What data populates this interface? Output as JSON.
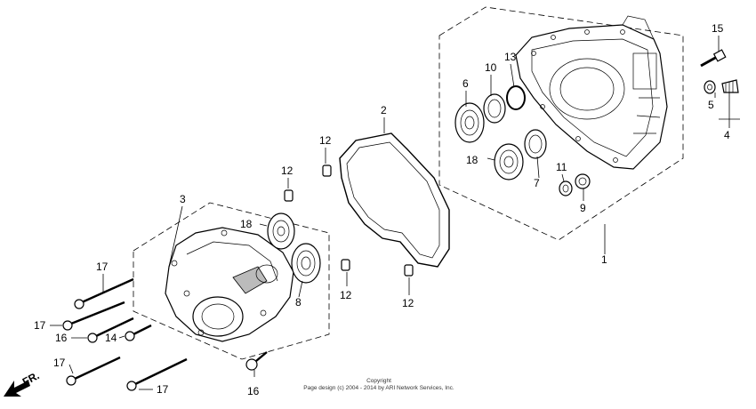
{
  "diagram": {
    "callouts": {
      "c1": "1",
      "c2": "2",
      "c3": "3",
      "c4": "4",
      "c5": "5",
      "c6": "6",
      "c7": "7",
      "c8": "8",
      "c9": "9",
      "c10": "10",
      "c11": "11",
      "c12a": "12",
      "c12b": "12",
      "c12c": "12",
      "c12d": "12",
      "c13": "13",
      "c14": "14",
      "c15": "15",
      "c16a": "16",
      "c16b": "16",
      "c17a": "17",
      "c17b": "17",
      "c17c": "17",
      "c17d": "17",
      "c18a": "18",
      "c18b": "18"
    },
    "front_arrow_label": "FR.",
    "copyright_title": "Copyright",
    "copyright_text": "Page design (c) 2004 - 2014 by ARI Network Services, Inc."
  }
}
